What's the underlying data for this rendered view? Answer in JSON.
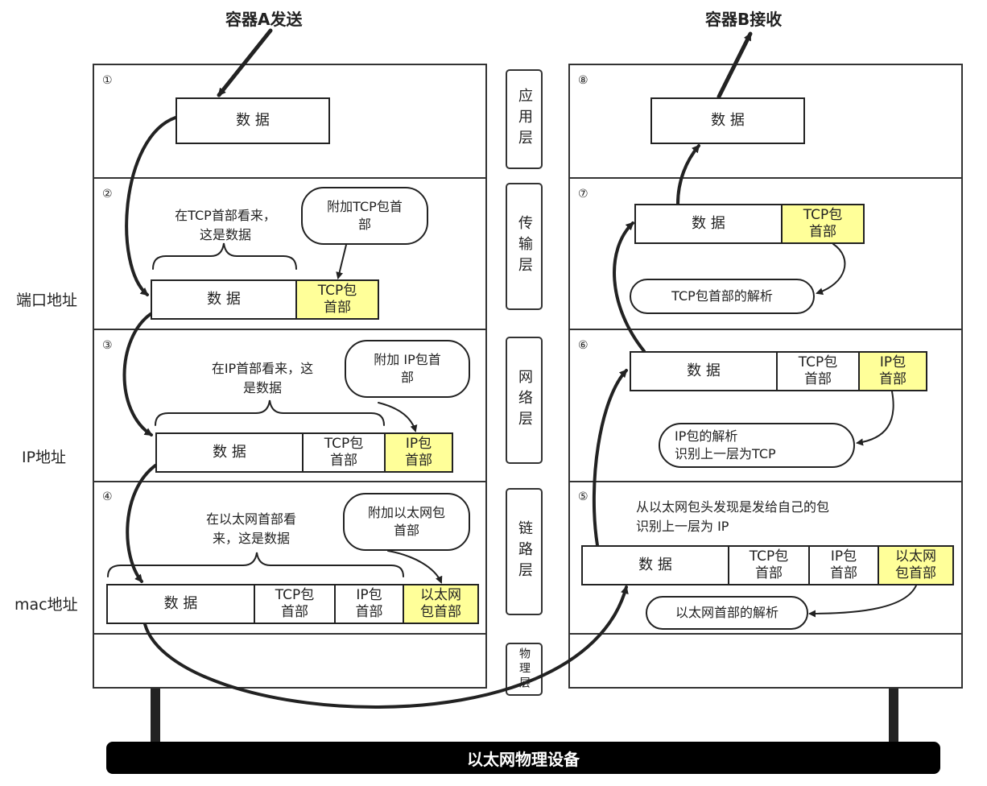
{
  "titles": {
    "sender": "容器A发送",
    "receiver": "容器B接收"
  },
  "layers": {
    "app": "应用层",
    "transport": "传输层",
    "network": "网络层",
    "link": "链路层",
    "physical": "物理层"
  },
  "address_labels": {
    "port": "端口地址",
    "ip": "IP地址",
    "mac": "mac地址"
  },
  "step_numbers": {
    "s1": "①",
    "s2": "②",
    "s3": "③",
    "s4": "④",
    "s5": "⑤",
    "s6": "⑥",
    "s7": "⑦",
    "s8": "⑧"
  },
  "cells": {
    "data": "数 据",
    "tcp_header": "TCP包\n首部",
    "ip_header": "IP包\n首部",
    "eth_header": "以太网\n包首部"
  },
  "left": {
    "tcp_view_note": "在TCP首部看来，\n这是数据",
    "add_tcp_bubble": "附加TCP包首\n部",
    "ip_view_note": "在IP首部看来，这\n是数据",
    "add_ip_bubble": "附加 IP包首\n部",
    "eth_view_note": "在以太网首部看\n来，这是数据",
    "add_eth_bubble": "附加以太网包\n首部"
  },
  "right": {
    "tcp_parse": "TCP包首部的解析",
    "ip_parse": "IP包的解析\n识别上一层为TCP",
    "eth_note": "从以太网包头发现是发给自己的包\n识别上一层为 IP",
    "eth_parse": "以太网首部的解析"
  },
  "base_label": "以太网物理设备"
}
